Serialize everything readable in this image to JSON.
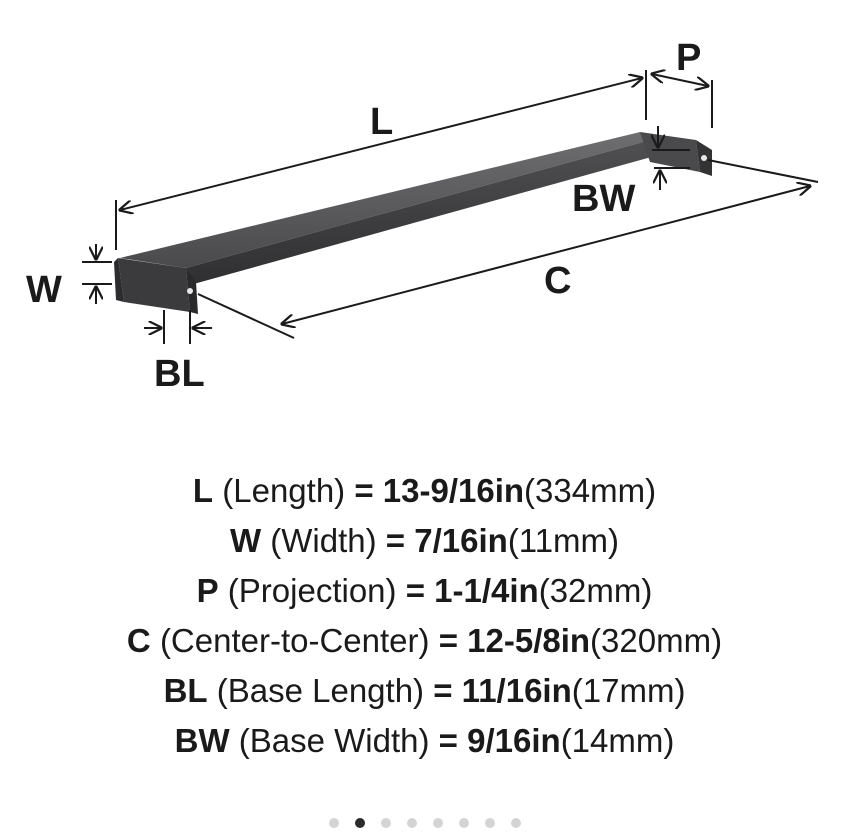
{
  "diagram": {
    "labels": {
      "L": "L",
      "P": "P",
      "BW": "BW",
      "W": "W",
      "C": "C",
      "BL": "BL"
    }
  },
  "specs": [
    {
      "abbr": "L",
      "name": "(Length)",
      "eq": "=",
      "imperial": "13-9/16in",
      "metric": "(334mm)"
    },
    {
      "abbr": "W",
      "name": "(Width)",
      "eq": "=",
      "imperial": "7/16in",
      "metric": "(11mm)"
    },
    {
      "abbr": "P",
      "name": "(Projection)",
      "eq": "=",
      "imperial": "1-1/4in",
      "metric": "(32mm)"
    },
    {
      "abbr": "C",
      "name": "(Center-to-Center)",
      "eq": "=",
      "imperial": "12-5/8in",
      "metric": "(320mm)"
    },
    {
      "abbr": "BL",
      "name": "(Base Length)",
      "eq": "=",
      "imperial": "11/16in",
      "metric": "(17mm)"
    },
    {
      "abbr": "BW",
      "name": "(Base Width)",
      "eq": "=",
      "imperial": "9/16in",
      "metric": "(14mm)"
    }
  ],
  "carousel": {
    "count": 8,
    "active_index": 1
  },
  "colors": {
    "handle_dark": "#3a3a3c",
    "handle_mid": "#5b5b5e",
    "handle_light": "#7d7d80",
    "line": "#1a1a1a",
    "dot_active": "#2b2b2b",
    "dot_inactive": "#d4d4d4"
  }
}
